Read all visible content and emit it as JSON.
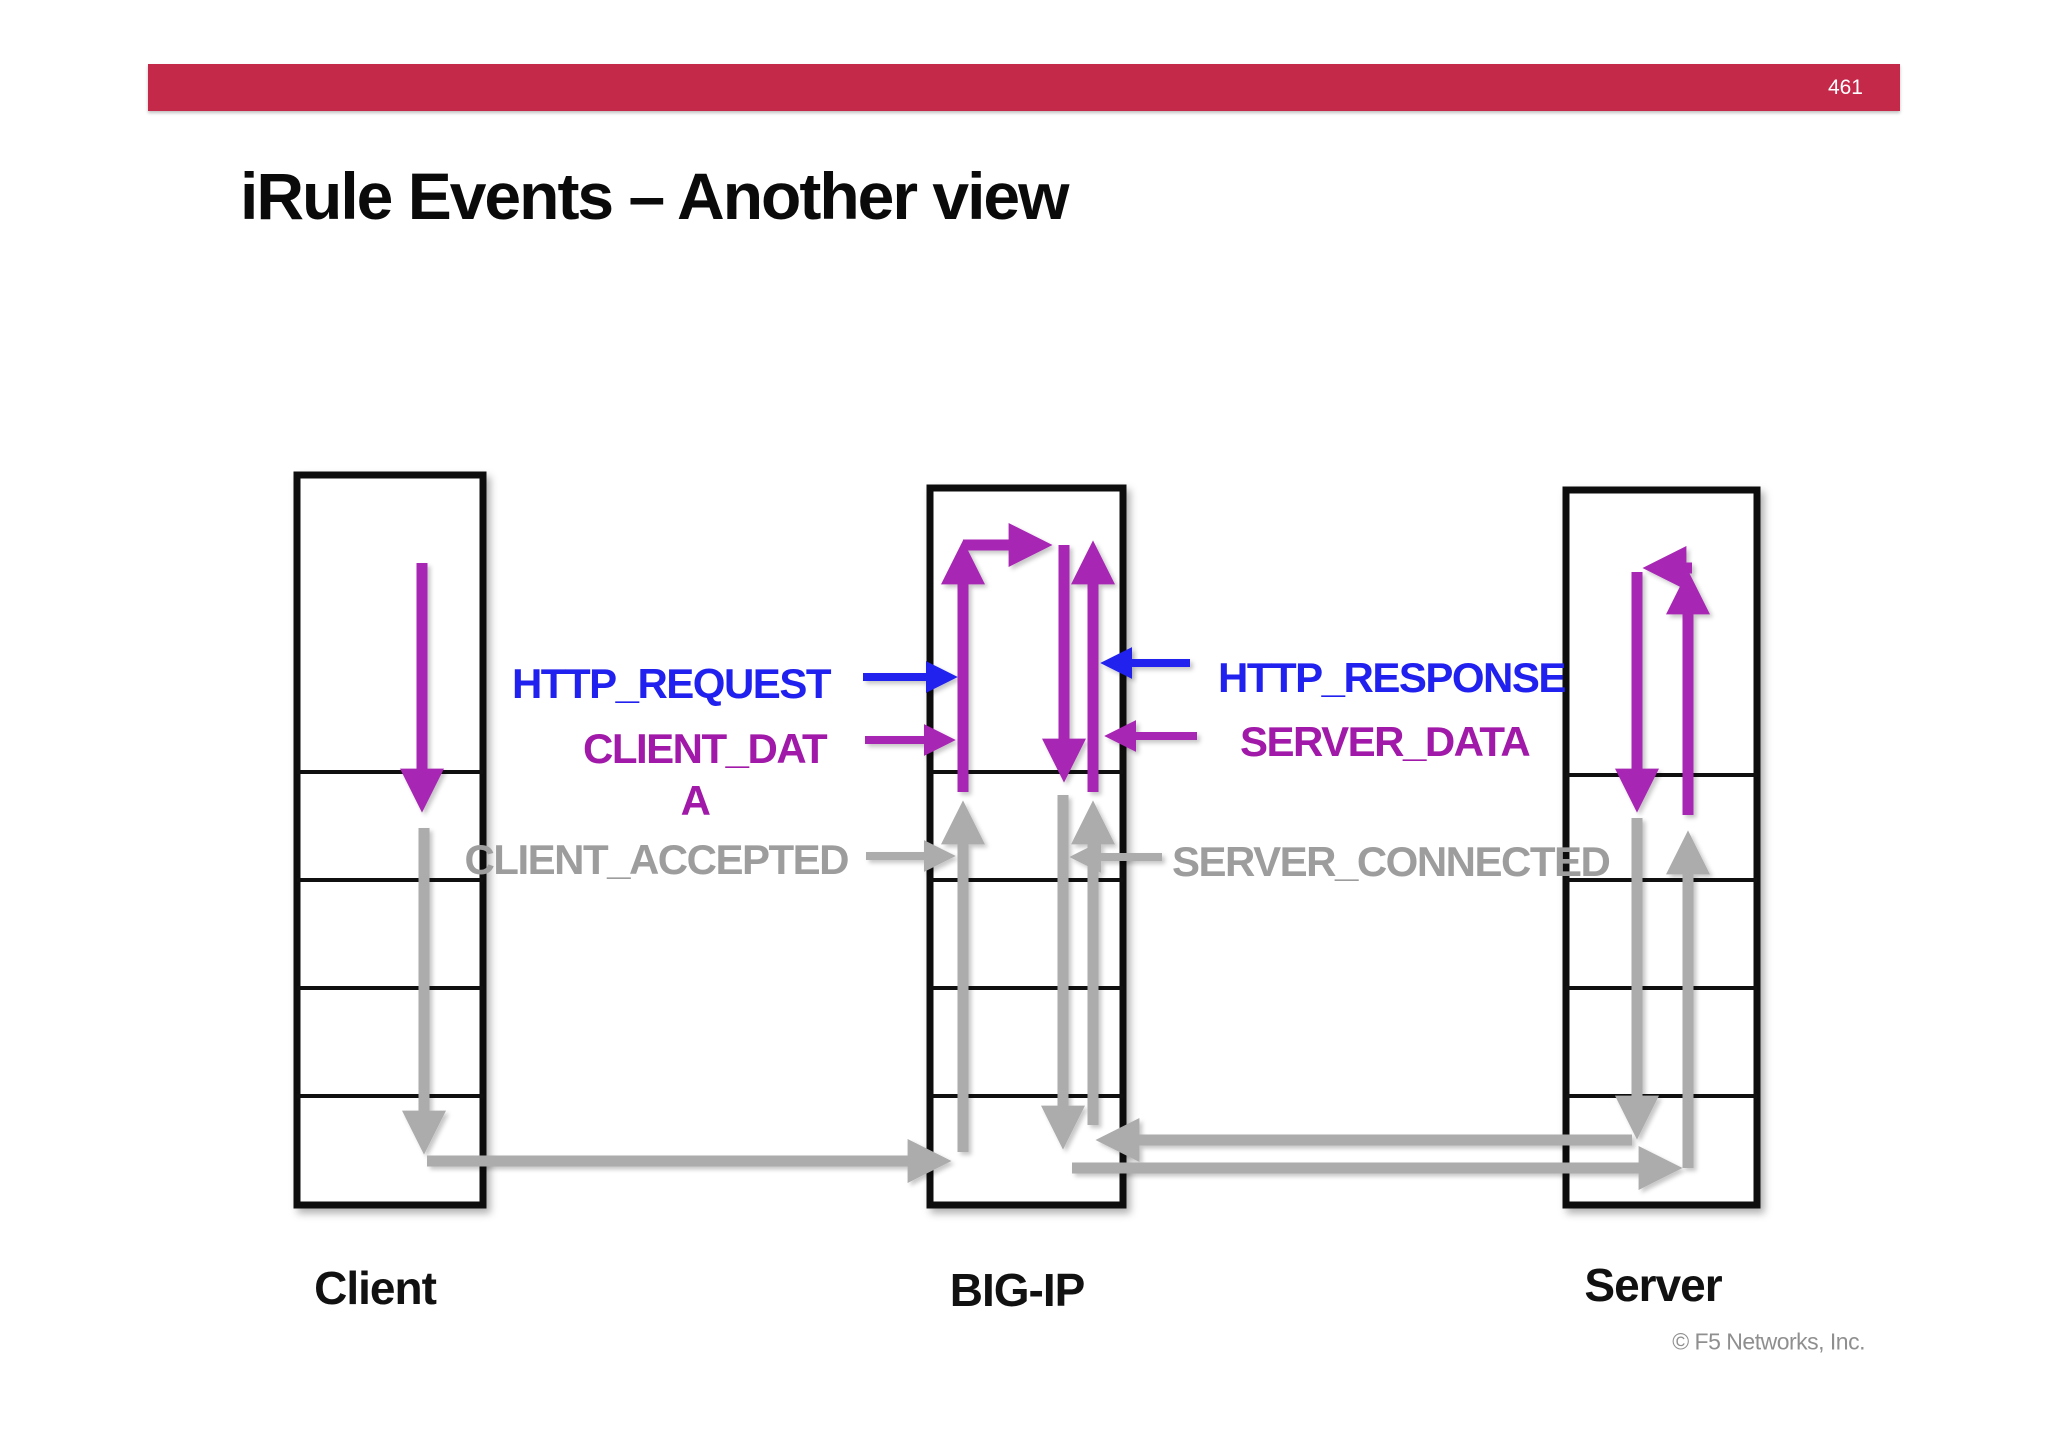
{
  "page": {
    "number": "461"
  },
  "title": "iRule Events – Another view",
  "footer": "© F5 Networks, Inc.",
  "colors": {
    "banner": "#C5294A",
    "blue": "#2121EF",
    "purple_text": "#A019A8",
    "purple_arrow": "#A827B4",
    "gray_text": "#9D9D9D",
    "gray_arrow": "#ACACAC"
  },
  "boxes": [
    {
      "label": "Client"
    },
    {
      "label": "BIG-IP"
    },
    {
      "label": "Server"
    }
  ],
  "events": {
    "http_request": "HTTP_REQUEST",
    "client_data_line1": "CLIENT_DAT",
    "client_data_line2": "A",
    "client_accepted": "CLIENT_ACCEPTED",
    "http_response": "HTTP_RESPONSE",
    "server_data": "SERVER_DATA",
    "server_connected": "SERVER_CONNECTED"
  }
}
